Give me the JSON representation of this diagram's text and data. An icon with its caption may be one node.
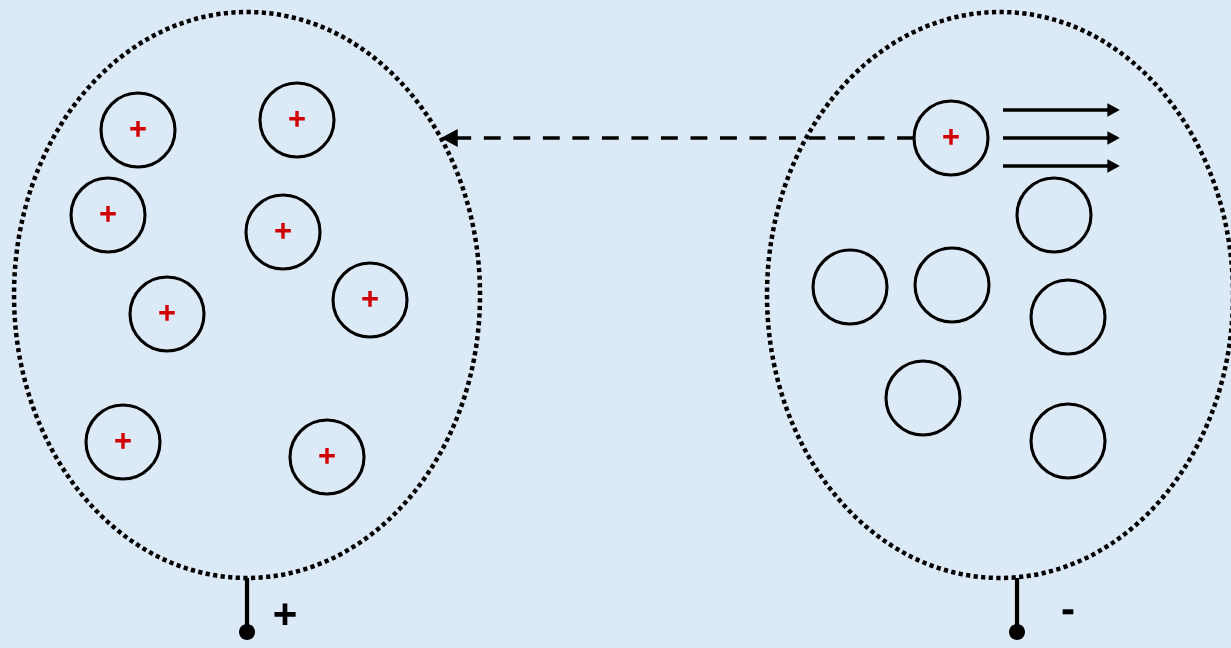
{
  "diagram": {
    "nodes": [
      {
        "text": [],
        "shape": "ellipse"
      },
      {
        "text": [
          "+"
        ],
        "in": 0
      },
      {
        "text": [
          "+"
        ],
        "in": 0
      },
      {
        "text": [
          "+"
        ],
        "in": 0
      },
      {
        "text": [
          "+"
        ],
        "in": 0
      },
      {
        "text": [
          "+"
        ],
        "in": 0
      },
      {
        "text": [
          "+"
        ],
        "in": 0
      },
      {
        "text": [
          "+"
        ],
        "in": 0
      },
      {
        "text": [
          "+"
        ],
        "in": 0
      },
      {
        "text": [],
        "shape": "ellipse"
      },
      {
        "text": [
          "+"
        ],
        "in": 9
      },
      {
        "text": [],
        "shape": "circle",
        "in": 9
      },
      {
        "text": [],
        "shape": "circle",
        "in": 9
      },
      {
        "text": [],
        "shape": "circle",
        "in": 9
      },
      {
        "text": [],
        "shape": "circle",
        "in": 9
      },
      {
        "text": [],
        "shape": "circle",
        "in": 9
      },
      {
        "text": [],
        "shape": "circle",
        "in": 9
      }
    ],
    "edges": [
      {
        "from": 10,
        "to": 0,
        "arrow": "to",
        "style": "dashed"
      }
    ],
    "labels": [
      "+",
      "-"
    ]
  }
}
